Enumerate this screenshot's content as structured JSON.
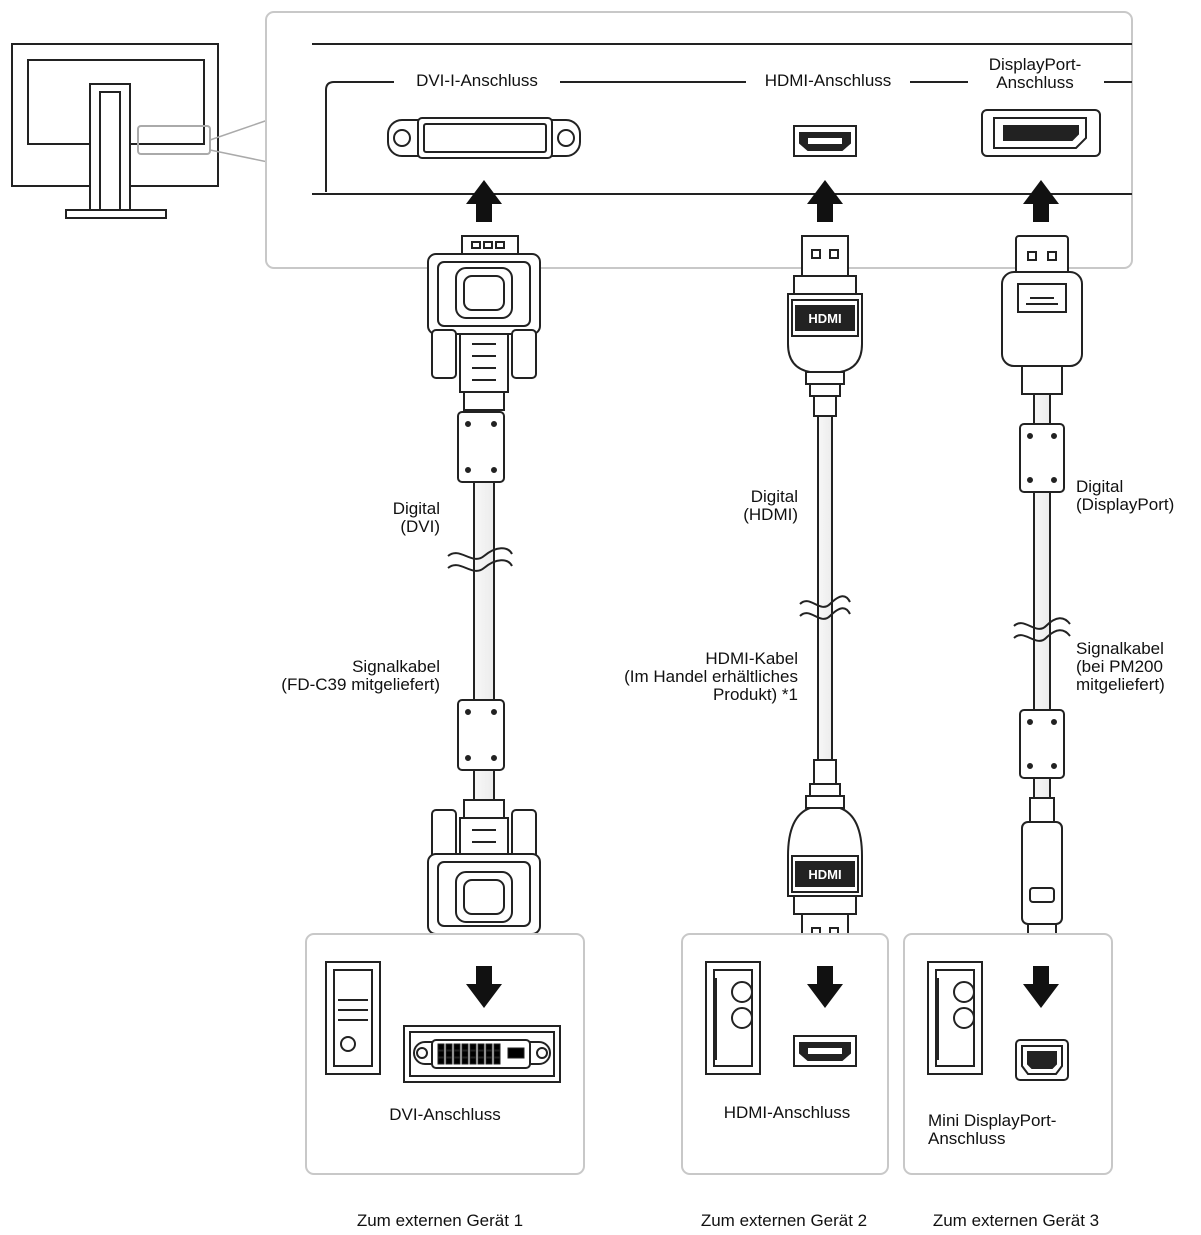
{
  "monitor_ports": {
    "dvi": "DVI-I-Anschluss",
    "hdmi": "HDMI-Anschluss",
    "displayport": "DisplayPort-\nAnschluss"
  },
  "cables": {
    "dvi": {
      "signal": "Digital\n(DVI)",
      "cable": "Signalkabel\n(FD-C39 mitgeliefert)"
    },
    "hdmi": {
      "signal": "Digital\n(HDMI)",
      "cable": "HDMI-Kabel\n(Im Handel erhältliches\nProdukt) *1",
      "connector_logo": "HDMI"
    },
    "displayport": {
      "signal": "Digital\n(DisplayPort)",
      "cable": "Signalkabel\n(bei PM200\nmitgeliefert)"
    }
  },
  "devices": {
    "device1": {
      "port": "DVI-Anschluss",
      "caption": "Zum externen Gerät 1"
    },
    "device2": {
      "port": "HDMI-Anschluss",
      "caption": "Zum externen Gerät 2"
    },
    "device3": {
      "port": "Mini DisplayPort-\nAnschluss",
      "caption": "Zum externen Gerät 3"
    }
  }
}
